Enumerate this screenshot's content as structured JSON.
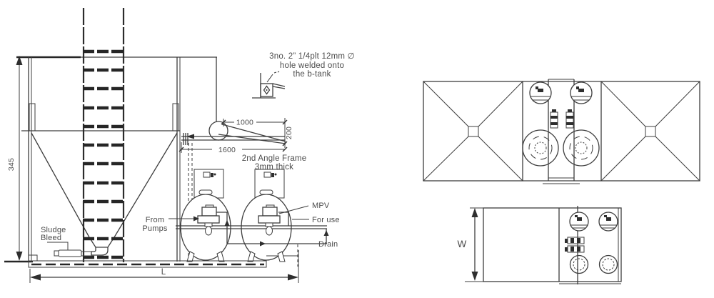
{
  "colors": {
    "ink": "#3d3d3d",
    "ink_bold": "#262626",
    "text": "#4c4c4c",
    "background": "#ffffff"
  },
  "elevation": {
    "note": {
      "l1": "3no. 2” 1/4plt 12mm ∅",
      "l2": "hole welded onto",
      "l3": "the b-tank"
    },
    "frame_note": {
      "l1": "2nd Angle Frame",
      "l2": "3mm thick"
    },
    "dim_1000": "1000",
    "dim_200": "200",
    "dim_1600": "1600",
    "dim_345": "345",
    "dim_length": "L",
    "labels": {
      "sludge_l1": "Sludge",
      "sludge_l2": "Bleed",
      "from_l1": "From",
      "from_l2": "Pumps",
      "mpv": "MPV",
      "for_use": "For use",
      "drain": "Drain"
    }
  },
  "plan": {
    "dim_width": "W"
  }
}
